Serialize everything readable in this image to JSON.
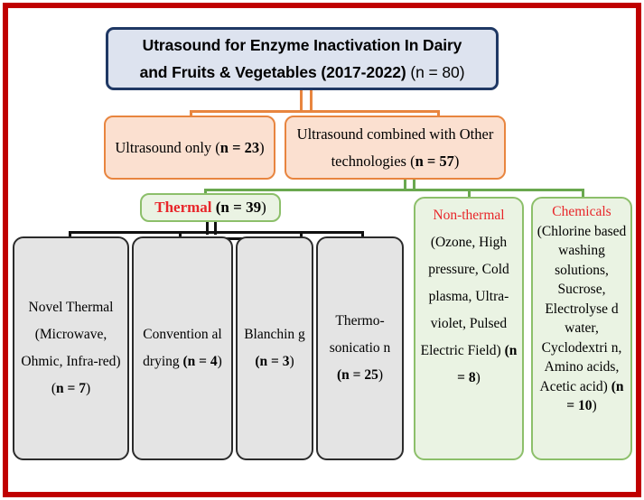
{
  "figure": {
    "type": "flowchart",
    "border_color": "#c00000"
  },
  "title": {
    "line1": "Utrasound for Enzyme Inactivation In Dairy",
    "line2_bold": "and Fruits & Vegetables (2017-2022) ",
    "line2_thin": "(n = 80)",
    "fill": "#dde3ef",
    "border": "#1f3864"
  },
  "level2": {
    "fill": "#fbe0d0",
    "border": "#e8853f",
    "boxes": [
      {
        "name": "ultrasound-only",
        "text": "Ultrasound only (",
        "bold": "n = 23",
        "tail": ")"
      },
      {
        "name": "ultrasound-combined",
        "text": "Ultrasound combined with Other technologies (",
        "bold": "n = 57",
        "tail": ")"
      }
    ]
  },
  "thermal": {
    "label": "Thermal",
    "count_bold": "(n = 39",
    "count_tail": ")",
    "fill": "#eaf3e3",
    "border": "#8cbf6a",
    "label_color": "#e8262a"
  },
  "thermal_children": {
    "fill": "#e4e4e4",
    "border": "#2b2b2b",
    "boxes": [
      {
        "name": "novel-thermal",
        "text": "Novel Thermal (Microwave, Ohmic, Infra-red) (",
        "bold": "n = 7",
        "tail": ")"
      },
      {
        "name": "conventional-drying",
        "text": "Convention al drying ",
        "bold": "(n = 4",
        "tail": ")"
      },
      {
        "name": "blanching",
        "text": "Blanchin g ",
        "bold": "(n = 3",
        "tail": ")"
      },
      {
        "name": "thermosonication",
        "text": "Thermo-sonicatio n ",
        "bold": "(n = 25",
        "tail": ")"
      }
    ]
  },
  "nonthermal": {
    "label": "Non-thermal",
    "label_color": "#e8262a",
    "body": "(Ozone, High pressure, Cold plasma, Ultra-violet, Pulsed Electric Field) ",
    "bold": "(n = 8",
    "tail": ")",
    "fill": "#eaf3e3",
    "border": "#8cbf6a"
  },
  "chemicals": {
    "label": "Chemicals",
    "label_color": "#e8262a",
    "body": "(Chlorine based washing solutions, Sucrose, Electrolyse d water, Cyclodextri n, Amino acids, Acetic acid) ",
    "bold": "(n = 10",
    "tail": ")",
    "fill": "#eaf3e3",
    "border": "#8cbf6a"
  },
  "connectors": {
    "orange_color": "#e8853f",
    "green_color": "#6aa84f",
    "black_color": "#111111"
  }
}
